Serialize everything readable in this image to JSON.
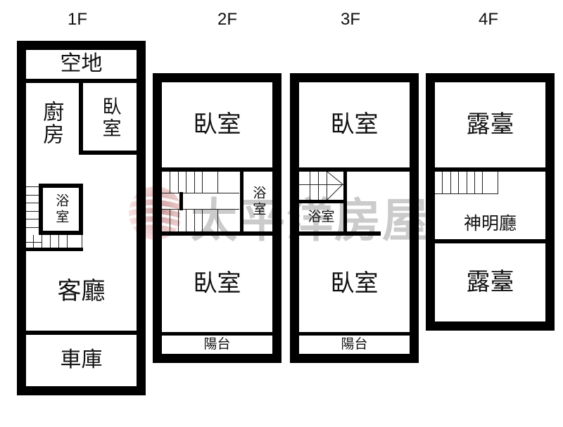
{
  "floors": [
    {
      "id": "1F",
      "label": "1F",
      "rooms": {
        "yard": "空地",
        "kitchen": "廚房",
        "bedroom": "臥室",
        "bathroom": "浴室",
        "living": "客廳",
        "garage": "車庫"
      }
    },
    {
      "id": "2F",
      "label": "2F",
      "rooms": {
        "bedroom_top": "臥室",
        "bathroom": "浴室",
        "bedroom_bottom": "臥室",
        "balcony": "陽台"
      }
    },
    {
      "id": "3F",
      "label": "3F",
      "rooms": {
        "bedroom_top": "臥室",
        "bathroom": "浴室",
        "bedroom_bottom": "臥室",
        "balcony": "陽台"
      }
    },
    {
      "id": "4F",
      "label": "4F",
      "rooms": {
        "terrace_top": "露臺",
        "shrine": "神明廳",
        "terrace_bottom": "露臺"
      }
    }
  ],
  "watermark": {
    "text": "太平洋房屋",
    "logo_color": "#e05050"
  },
  "colors": {
    "wall": "#000000",
    "background": "#ffffff"
  }
}
